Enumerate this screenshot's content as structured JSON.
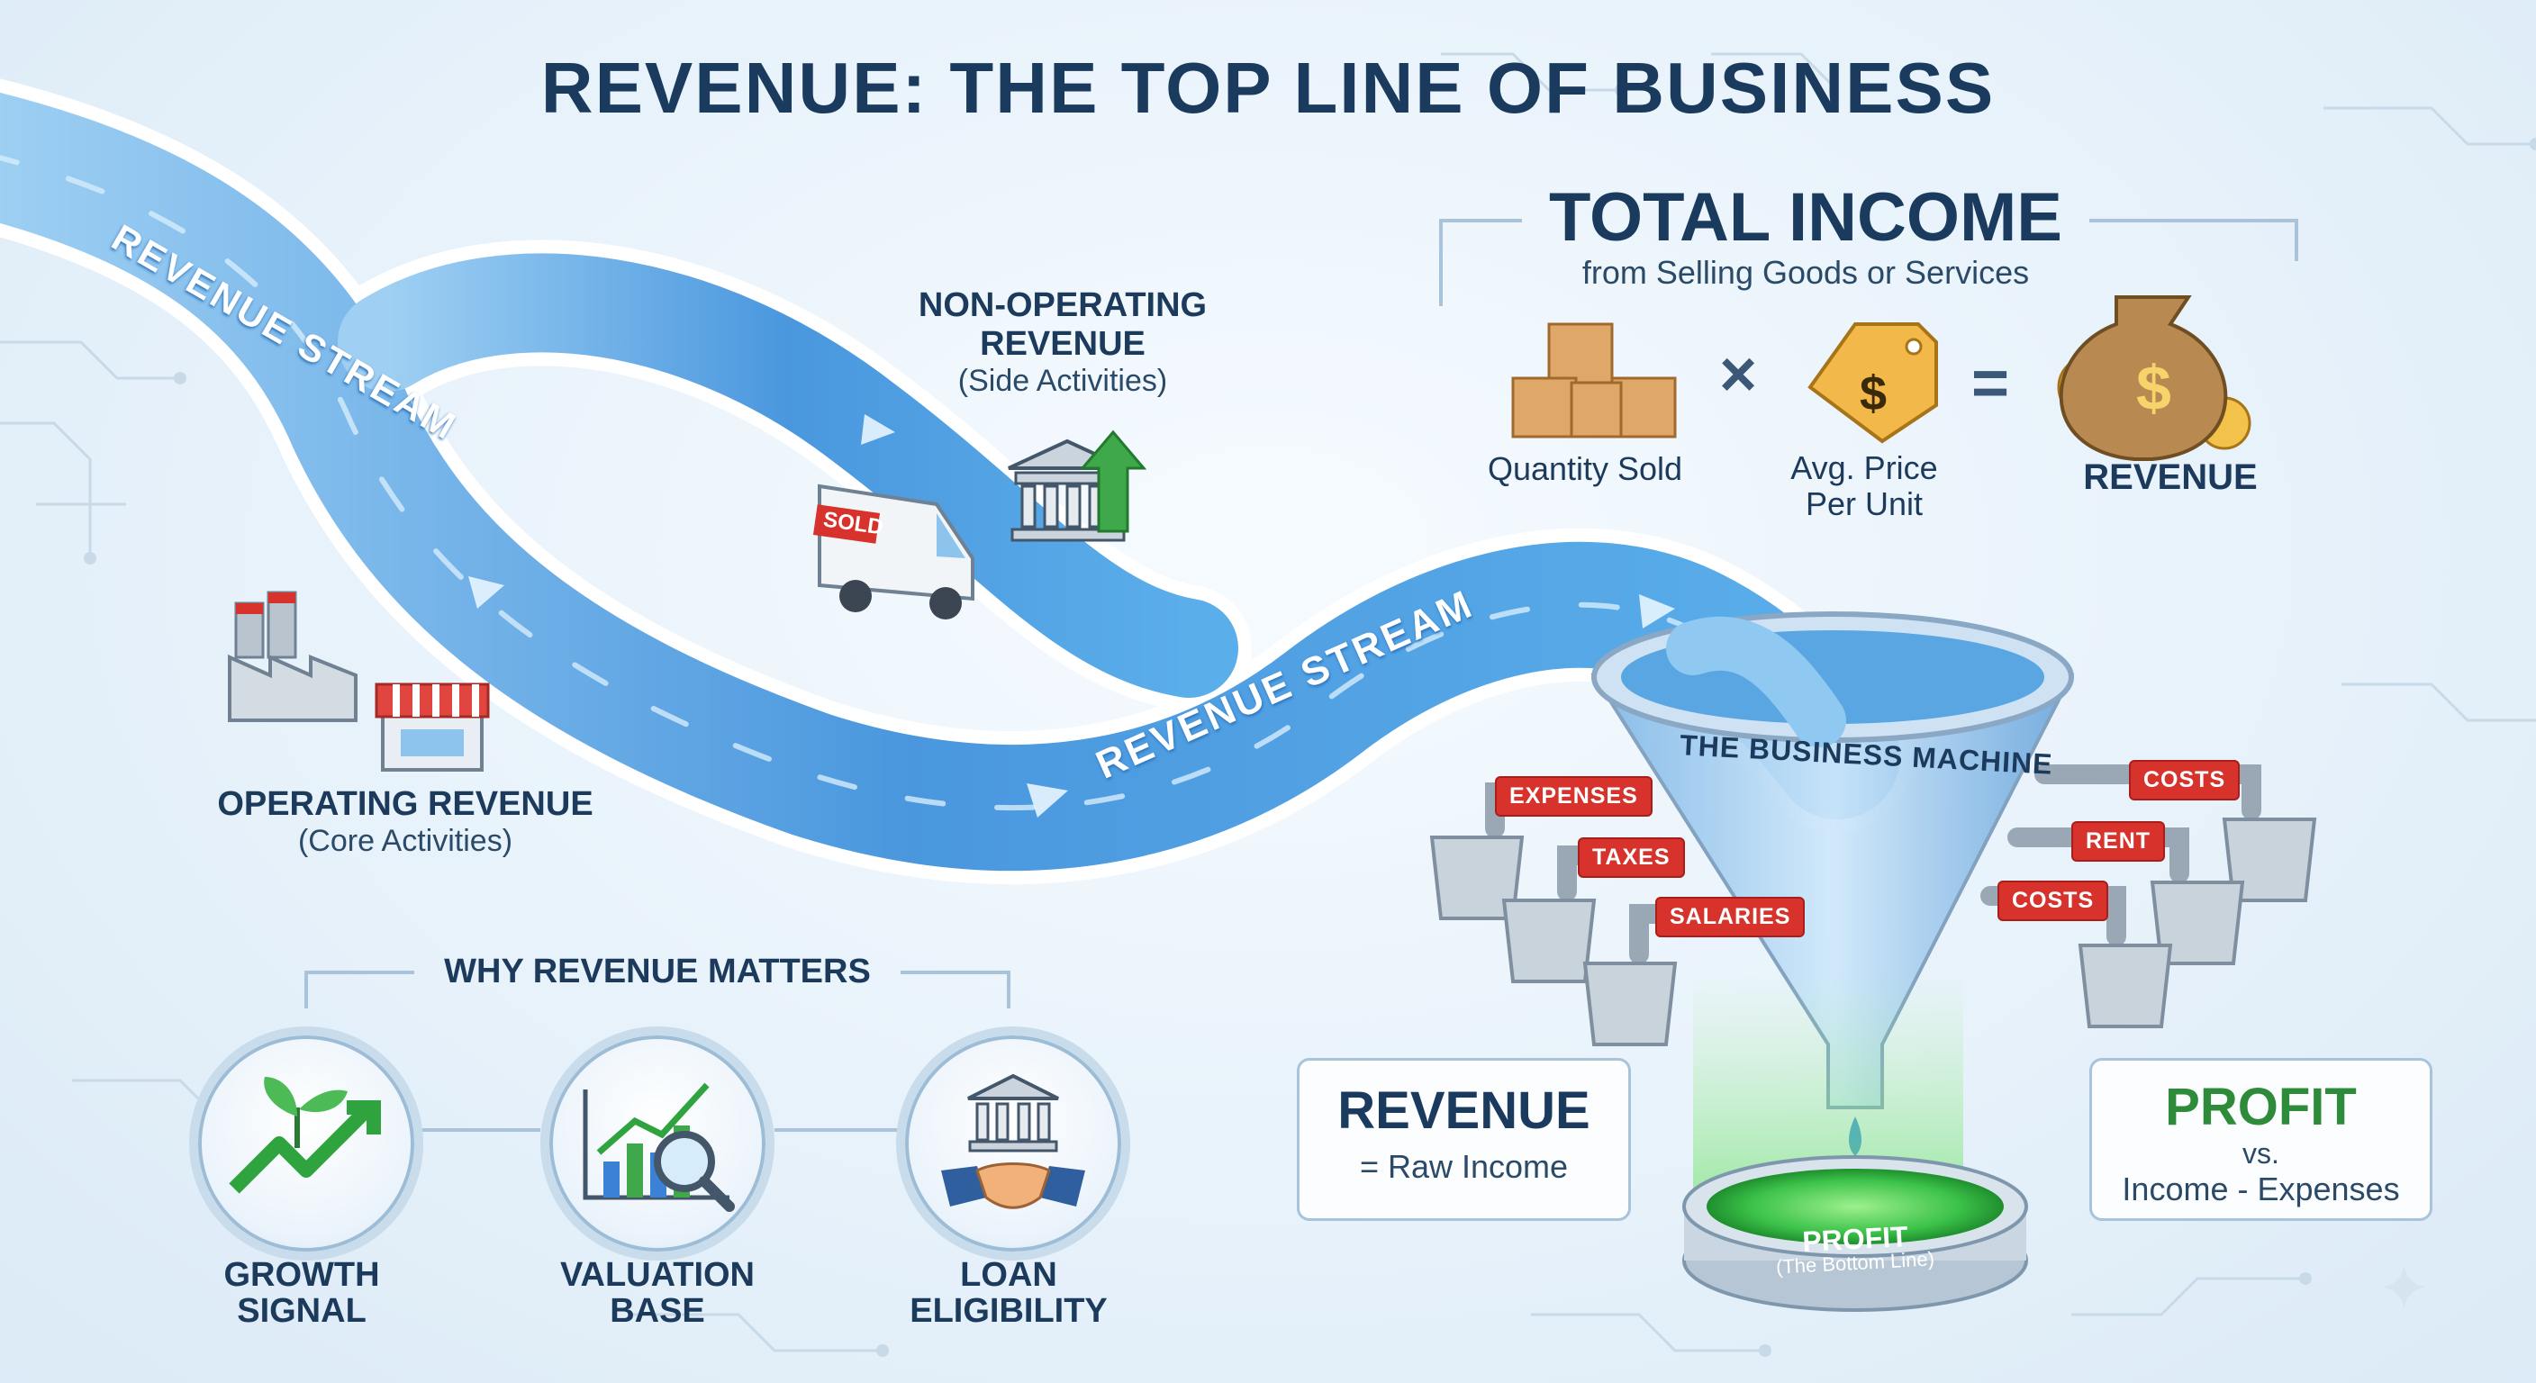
{
  "title": "REVENUE: THE TOP LINE OF BUSINESS",
  "stream": {
    "label_top": "REVENUE STREAM",
    "label_bottom": "REVENUE STREAM",
    "color": "#3f8fdc"
  },
  "non_operating": {
    "title_line1": "NON-OPERATING",
    "title_line2": "REVENUE",
    "subtitle": "(Side Activities)"
  },
  "operating": {
    "title": "OPERATING REVENUE",
    "subtitle": "(Core Activities)"
  },
  "van_label": "SOLD",
  "total_income": {
    "title": "TOTAL INCOME",
    "subtitle": "from Selling Goods or Services",
    "quantity_label": "Quantity Sold",
    "times": "×",
    "price_label_line1": "Avg. Price",
    "price_label_line2": "Per Unit",
    "equals": "=",
    "result_label": "REVENUE"
  },
  "machine": {
    "label": "THE BUSINESS MACHINE",
    "left_pipes": [
      "EXPENSES",
      "TAXES",
      "SALARIES"
    ],
    "right_pipes": [
      "COSTS",
      "RENT",
      "COSTS"
    ],
    "pipe_color": "#d8322c"
  },
  "profit_pool": {
    "title": "PROFIT",
    "subtitle": "(The Bottom Line)"
  },
  "revenue_box": {
    "title": "REVENUE",
    "subtitle": "= Raw Income"
  },
  "profit_box": {
    "title": "PROFIT",
    "line2": "vs.",
    "line3": "Income - Expenses",
    "color": "#2e8b3a"
  },
  "why": {
    "title": "WHY REVENUE MATTERS",
    "items": [
      {
        "line1": "GROWTH",
        "line2": "SIGNAL"
      },
      {
        "line1": "VALUATION",
        "line2": "BASE"
      },
      {
        "line1": "LOAN",
        "line2": "ELIGIBILITY"
      }
    ]
  },
  "icons": [
    "factory-icon",
    "store-icon",
    "van-icon",
    "bank-icon",
    "boxes-icon",
    "price-tag-icon",
    "money-bag-icon",
    "funnel-icon",
    "bucket-icon",
    "plant-growth-icon",
    "chart-magnifier-icon",
    "handshake-icon"
  ]
}
